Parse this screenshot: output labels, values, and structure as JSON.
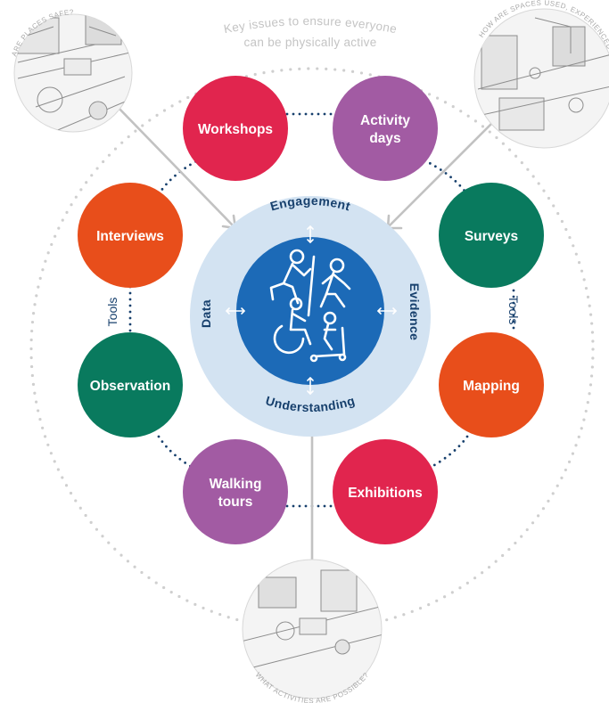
{
  "title": {
    "line1": "Key issues to ensure everyone",
    "line2": "can be physically active"
  },
  "core": {
    "top": "Engagement",
    "left": "Data",
    "right": "Evidence",
    "bottom": "Understanding"
  },
  "tools_label": "Tools",
  "nodes": [
    {
      "id": "workshops",
      "line1": "Workshops",
      "line2": "",
      "color": "#e1254e"
    },
    {
      "id": "activity-days",
      "line1": "Activity",
      "line2": "days",
      "color": "#a25ba3"
    },
    {
      "id": "interviews",
      "line1": "Interviews",
      "line2": "",
      "color": "#e84e1b"
    },
    {
      "id": "surveys",
      "line1": "Surveys",
      "line2": "",
      "color": "#097a5e"
    },
    {
      "id": "observation",
      "line1": "Observation",
      "line2": "",
      "color": "#097a5e"
    },
    {
      "id": "mapping",
      "line1": "Mapping",
      "line2": "",
      "color": "#e84e1b"
    },
    {
      "id": "walking-tours",
      "line1": "Walking",
      "line2": "tours",
      "color": "#a25ba3"
    },
    {
      "id": "exhibitions",
      "line1": "Exhibitions",
      "line2": "",
      "color": "#e1254e"
    }
  ],
  "photos": {
    "top_left": "ARE PLACES SAFE?",
    "top_right": "HOW ARE SPACES USED, EXPERIENCED & SHARED?",
    "bottom": "WHAT ACTIVITIES ARE POSSIBLE?"
  },
  "colors": {
    "core_ring": "#d3e3f2",
    "core_center": "#1c6ab7",
    "dark_navy": "#17406d",
    "grey_dots": "#cfcfcf",
    "connector_grey": "#c2c2c2"
  }
}
